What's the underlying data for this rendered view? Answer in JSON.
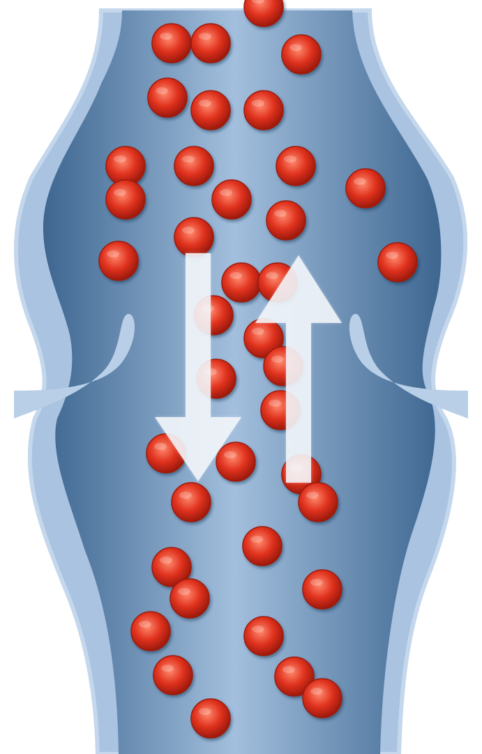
{
  "diagram": {
    "subject": "vein-valve-blood-flow",
    "colors": {
      "background": "#ffffff",
      "vein_wall_outer": "#a9c3e0",
      "vein_wall_edge": "#c4d7ec",
      "lumen_dark": "#3d6690",
      "lumen_light": "#a3bfdd",
      "valve_leaflet": "#b9cfe7",
      "blood_cell": "#e0321e",
      "blood_cell_highlight": "#ff8a6e",
      "blood_cell_rim": "#9c1a0c",
      "arrow": "#f4f7fb"
    },
    "arrows": [
      {
        "name": "arrow-down",
        "direction": "down"
      },
      {
        "name": "arrow-up",
        "direction": "up"
      }
    ]
  }
}
